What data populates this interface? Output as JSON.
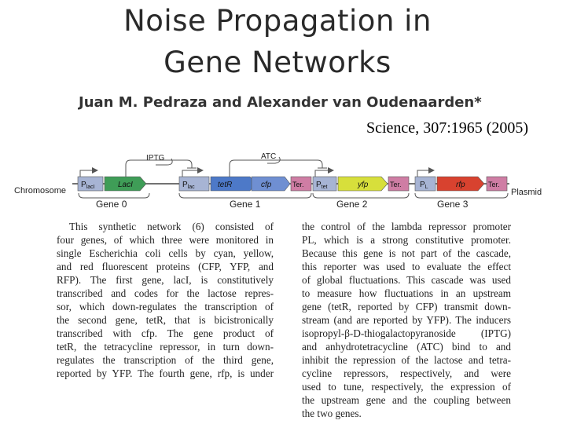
{
  "title": {
    "line1": "Noise Propagation in",
    "line2": "Gene Networks"
  },
  "authors": "Juan M. Pedraza and Alexander van Oudenaarden*",
  "citation": "Science, 307:1965 (2005)",
  "diagram": {
    "chromosome": "Chromosome",
    "plasmid": "Plasmid",
    "inducer_iptg": "IPTG",
    "inducer_atc": "ATC",
    "elements": {
      "placi": "P",
      "placi_sub": "lacI",
      "laci": "LacI",
      "plac": "P",
      "plac_sub": "lac",
      "tetr": "tetR",
      "cfp": "cfp",
      "ter1": "Ter.",
      "ptet": "P",
      "ptet_sub": "tet",
      "yfp": "yfp",
      "ter2": "Ter.",
      "pl": "P",
      "pl_sub": "L",
      "rfp": "rfp",
      "ter3": "Ter."
    },
    "genes": [
      "Gene 0",
      "Gene 1",
      "Gene 2",
      "Gene 3"
    ],
    "colors": {
      "promoter": "#a7b4d4",
      "laci": "#3f9d57",
      "tetr": "#4d79c8",
      "cfp": "#6f8fd2",
      "terminator": "#cf7da4",
      "yfp": "#d7df3b",
      "rfp": "#d8422f"
    }
  },
  "body": {
    "left": [
      "This synthetic network (6) consisted of",
      "four genes, of which three were monitored in",
      "single Escherichia coli cells by cyan, yellow,",
      "and red fluorescent proteins (CFP, YFP, and",
      "RFP). The first gene, lacI, is constitutively",
      "transcribed and codes for the lactose repres-",
      "sor, which down-regulates the transcription of",
      "the second gene, tetR, that is bicistronically",
      "transcribed with cfp. The gene product of",
      "tetR, the tetracycline repressor, in turn down-",
      "regulates the transcription of the third gene,",
      "reported by YFP. The fourth gene, rfp, is under"
    ],
    "right": [
      "the control of the lambda repressor promoter",
      "PL, which is a strong constitutive promoter.",
      "Because this gene is not part of the cascade,",
      "this reporter was used to evaluate the effect",
      "of global fluctuations. This cascade was used",
      "to measure how fluctuations in an upstream",
      "gene (tetR, reported by CFP) transmit down-",
      "stream (and are reported by YFP). The inducers",
      "isopropyl-β-D-thiogalactopyranoside (IPTG)",
      "and anhydrotetracycline (ATC) bind to and",
      "inhibit the repression of the lactose and tetra-",
      "cycline repressors, respectively, and were",
      "used to tune, respectively, the expression of",
      "the upstream gene and the coupling between",
      "the two genes."
    ]
  }
}
